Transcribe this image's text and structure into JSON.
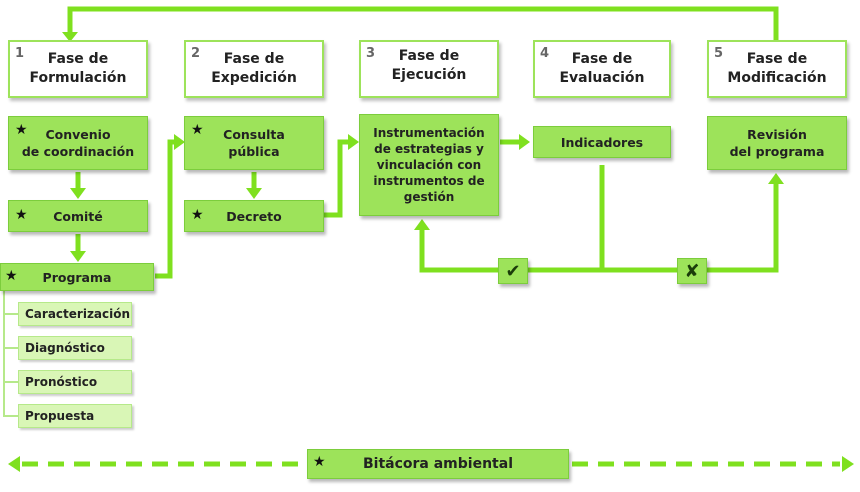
{
  "phases": [
    {
      "num": "1",
      "line1": "Fase de",
      "line2": "Formulación"
    },
    {
      "num": "2",
      "line1": "Fase de",
      "line2": "Expedición"
    },
    {
      "num": "3",
      "line1": "Fase de",
      "line2": "Ejecución"
    },
    {
      "num": "4",
      "line1": "Fase de",
      "line2": "Evaluación"
    },
    {
      "num": "5",
      "line1": "Fase de",
      "line2": "Modificación"
    }
  ],
  "formulacion": {
    "convenio": [
      "Convenio",
      "de coordinación"
    ],
    "comite": "Comité",
    "programa": "Programa",
    "subitems": [
      "Caracterización",
      "Diagnóstico",
      "Pronóstico",
      "Propuesta"
    ]
  },
  "expedicion": {
    "consulta": [
      "Consulta",
      "pública"
    ],
    "decreto": "Decreto"
  },
  "ejecucion": {
    "instrumentacion": [
      "Instrumentación",
      "de estrategias y",
      "vinculación con",
      "instrumentos de",
      "gestión"
    ]
  },
  "evaluacion": {
    "indicadores": "Indicadores"
  },
  "modificacion": {
    "revision": [
      "Revisión",
      "del programa"
    ]
  },
  "bitacora": "Bitácora ambiental",
  "icons": {
    "star": "★",
    "check": "✔",
    "cross": "✘"
  },
  "colors": {
    "green": "#9de35a",
    "light_green": "#d9f6b6",
    "arrow": "#7fe01f"
  }
}
